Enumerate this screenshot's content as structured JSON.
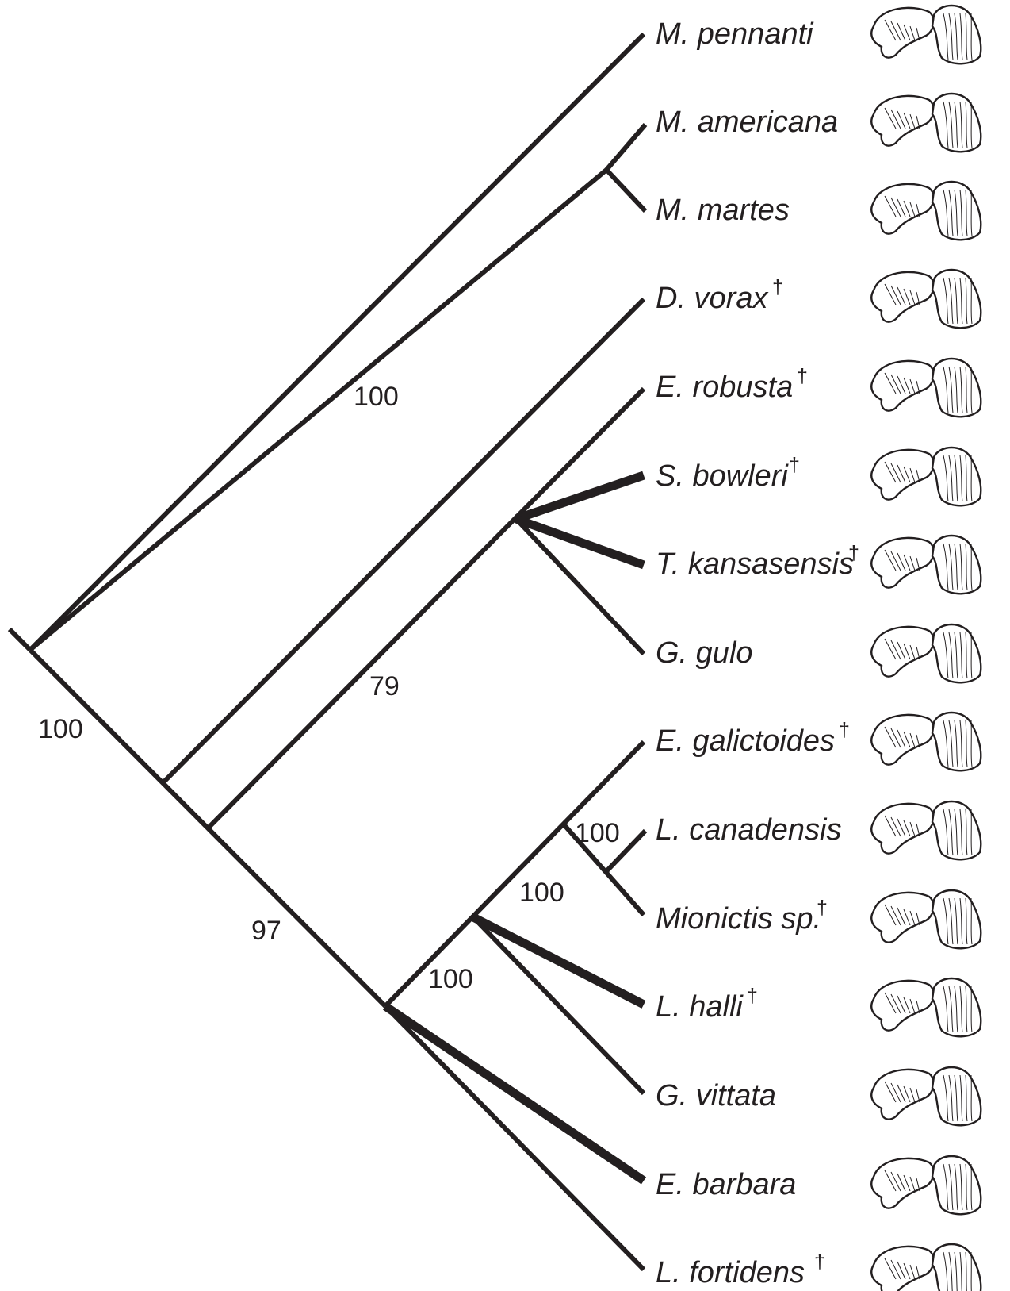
{
  "tree": {
    "taxa": [
      {
        "label": "M. pennanti",
        "extinct": false
      },
      {
        "label": "M. americana",
        "extinct": false
      },
      {
        "label": "M. martes",
        "extinct": false
      },
      {
        "label": "D. vorax",
        "extinct": true
      },
      {
        "label": "E. robusta",
        "extinct": true
      },
      {
        "label": "S. bowleri",
        "extinct": true
      },
      {
        "label": "T. kansasensis",
        "extinct": true
      },
      {
        "label": "G. gulo",
        "extinct": false
      },
      {
        "label": "E. galictoides",
        "extinct": true
      },
      {
        "label": "L. canadensis",
        "extinct": false
      },
      {
        "label": "Mionictis sp.",
        "extinct": true
      },
      {
        "label": "L. halli",
        "extinct": true
      },
      {
        "label": "G. vittata",
        "extinct": false
      },
      {
        "label": "E. barbara",
        "extinct": false
      },
      {
        "label": "L. fortidens",
        "extinct": true
      }
    ],
    "extinct_marker": "†",
    "support_values": [
      "100",
      "100",
      "79",
      "97",
      "100",
      "100",
      "100"
    ],
    "tooth_illustrations": "pencil drawings of teeth beside each taxon",
    "colors": {
      "ink": "#231f20",
      "background": "#ffffff"
    }
  }
}
